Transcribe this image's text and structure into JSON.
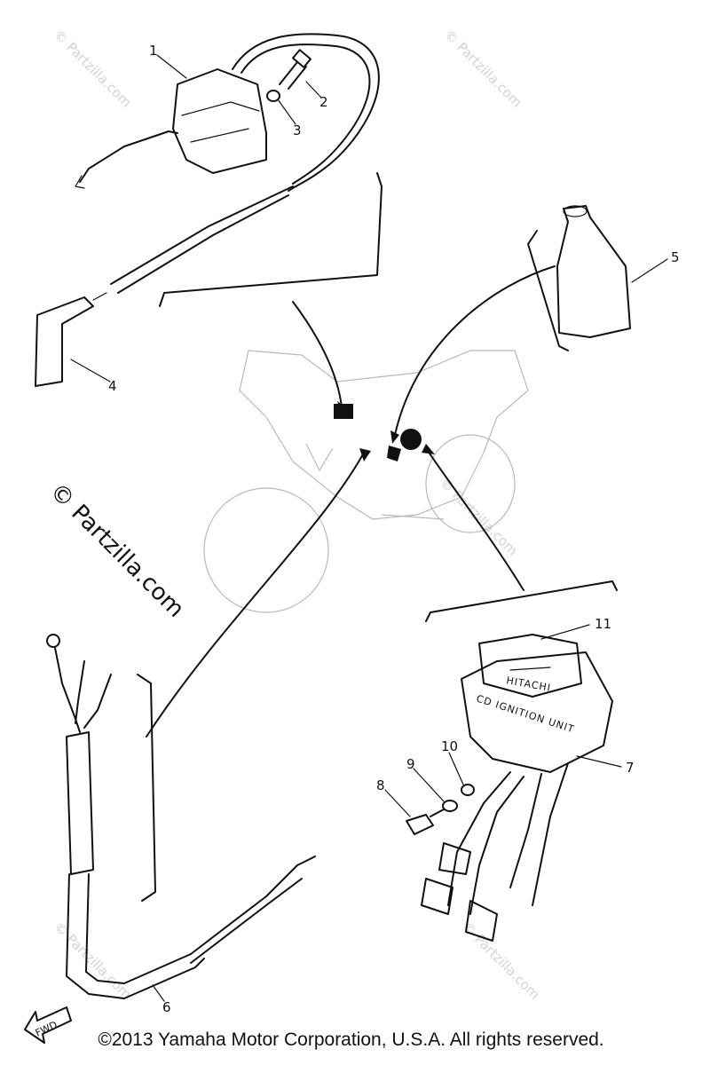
{
  "diagram": {
    "callouts": [
      "1",
      "2",
      "3",
      "4",
      "5",
      "6",
      "7",
      "8",
      "9",
      "10",
      "11"
    ],
    "fwd_label": "FWD",
    "unit_label": "CD IGNITION UNIT",
    "brand_label": "HITACHI"
  },
  "watermark": {
    "main": "© Partzilla.com",
    "repeat": "© Partzilla.com"
  },
  "copyright": "©2013  Yamaha Motor Corporation, U.S.A. All rights reserved."
}
